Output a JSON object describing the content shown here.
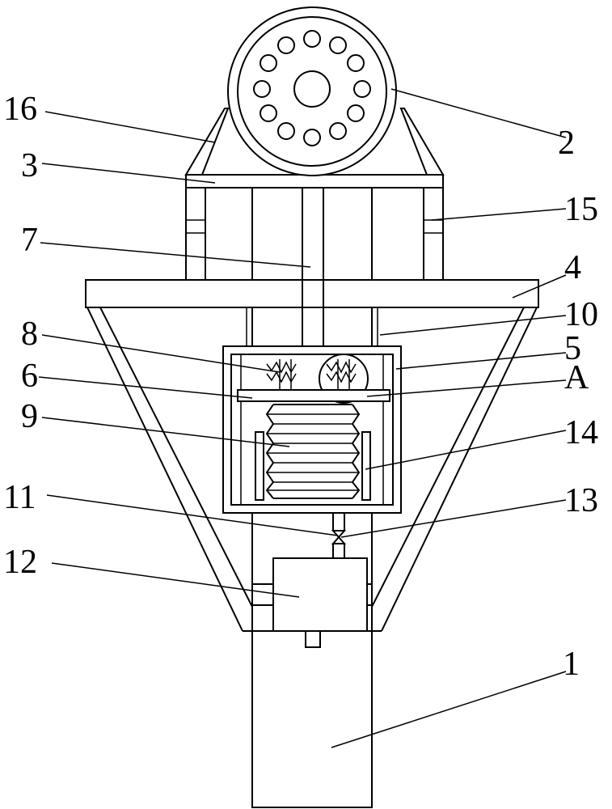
{
  "labels": {
    "l1": "1",
    "l2": "2",
    "l3": "3",
    "l4": "4",
    "l5": "5",
    "l6": "6",
    "l7": "7",
    "l8": "8",
    "l9": "9",
    "l10": "10",
    "l11": "11",
    "l12": "12",
    "l13": "13",
    "l14": "14",
    "l15": "15",
    "l16": "16",
    "lA": "A"
  }
}
